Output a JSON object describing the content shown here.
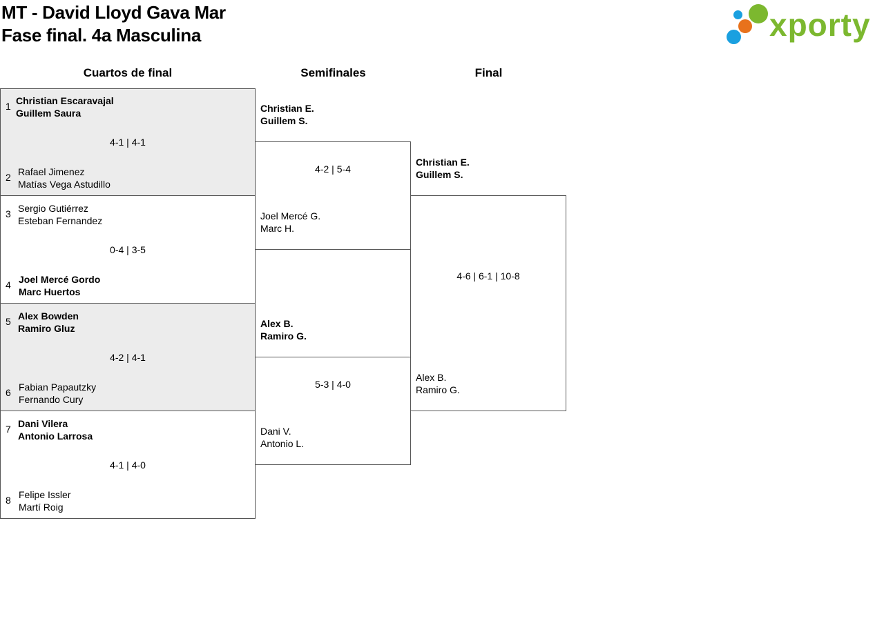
{
  "header": {
    "title_line1": "MT - David Lloyd Gava Mar",
    "title_line2": "Fase final. 4a Masculina",
    "logo_text": "xporty",
    "logo_colors": [
      "#7cb82f",
      "#1aa0e0",
      "#e8721c"
    ]
  },
  "rounds": {
    "qf": "Cuartos de final",
    "sf": "Semifinales",
    "final": "Final"
  },
  "quarterfinals": [
    {
      "score": "4-1 | 4-1",
      "top": {
        "seed": "1",
        "p1": "Christian Escaravajal",
        "p2": "Guillem Saura"
      },
      "bottom": {
        "seed": "2",
        "p1": "Rafael Jimenez",
        "p2": "Matías Vega Astudillo"
      }
    },
    {
      "score": "0-4 | 3-5",
      "top": {
        "seed": "3",
        "p1": "Sergio Gutiérrez",
        "p2": "Esteban Fernandez"
      },
      "bottom": {
        "seed": "4",
        "p1": "Joel Mercé Gordo",
        "p2": "Marc Huertos"
      }
    },
    {
      "score": "4-2 | 4-1",
      "top": {
        "seed": "5",
        "p1": "Alex Bowden",
        "p2": "Ramiro Gluz"
      },
      "bottom": {
        "seed": "6",
        "p1": "Fabian Papautzky",
        "p2": "Fernando Cury"
      }
    },
    {
      "score": "4-1 | 4-0",
      "top": {
        "seed": "7",
        "p1": "Dani Vilera",
        "p2": "Antonio Larrosa"
      },
      "bottom": {
        "seed": "8",
        "p1": "Felipe Issler",
        "p2": "Martí Roig"
      }
    }
  ],
  "semifinals": [
    {
      "score": "4-2 | 5-4",
      "top": {
        "p1": "Christian E.",
        "p2": "Guillem S."
      },
      "bottom": {
        "p1": "Joel Mercé G.",
        "p2": "Marc H."
      }
    },
    {
      "score": "5-3 | 4-0",
      "top": {
        "p1": "Alex B.",
        "p2": "Ramiro G."
      },
      "bottom": {
        "p1": "Dani V.",
        "p2": "Antonio L."
      }
    }
  ],
  "final": {
    "score": "4-6 | 6-1 | 10-8",
    "top": {
      "p1": "Christian E.",
      "p2": "Guillem S."
    },
    "bottom": {
      "p1": "Alex B.",
      "p2": "Ramiro G."
    }
  }
}
